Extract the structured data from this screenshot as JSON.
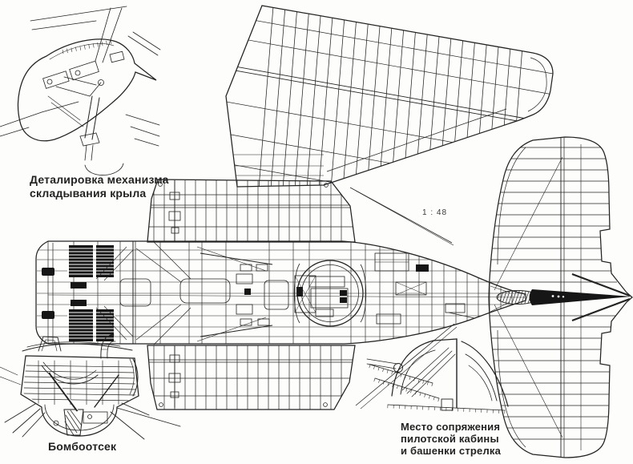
{
  "colors": {
    "paper": "#fdfdfb",
    "ink": "#232323"
  },
  "captions": {
    "wing_fold": {
      "line1": "Деталировка механизма",
      "line2": "складывания крыла"
    },
    "bomb_bay": {
      "line1": "Бомбоотсек"
    },
    "cockpit_joint": {
      "line1": "Место сопряжения",
      "line2": "пилотской кабины",
      "line3": "и башенки стрелка"
    },
    "scale_label": "1 : 48"
  }
}
